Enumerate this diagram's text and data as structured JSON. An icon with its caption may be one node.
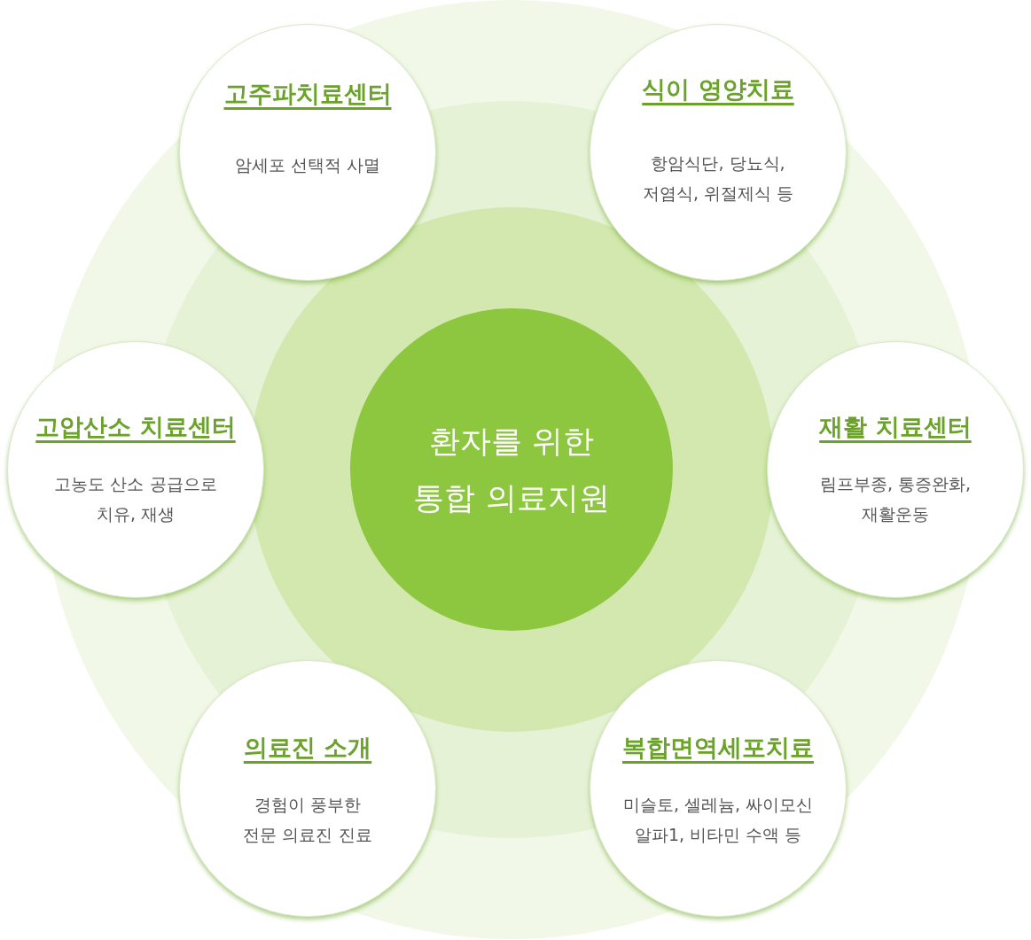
{
  "diagram": {
    "nodes": [
      {
        "text": [
          "고주파치료센터",
          "암세포 선택적 사멸"
        ]
      },
      {
        "text": [
          "식이 영양치료",
          "항암식단, 당뇨식, 저염식, 위절제식 등"
        ]
      },
      {
        "text": [
          "고압산소 치료센터",
          "고농도 산소 공급으로 치유, 재생"
        ]
      },
      {
        "text": [
          "환자를 위한 통합 의료지원"
        ]
      },
      {
        "text": [
          "재활 치료센터",
          "림프부종, 통증완화, 재활운동"
        ]
      },
      {
        "text": [
          "의료진 소개",
          "경험이 풍부한 전문 의료진 진료"
        ]
      },
      {
        "text": [
          "복합면역세포치료",
          "미슬토, 셀레늄, 싸이모신 알파1, 비타민 수액 등"
        ]
      }
    ]
  }
}
